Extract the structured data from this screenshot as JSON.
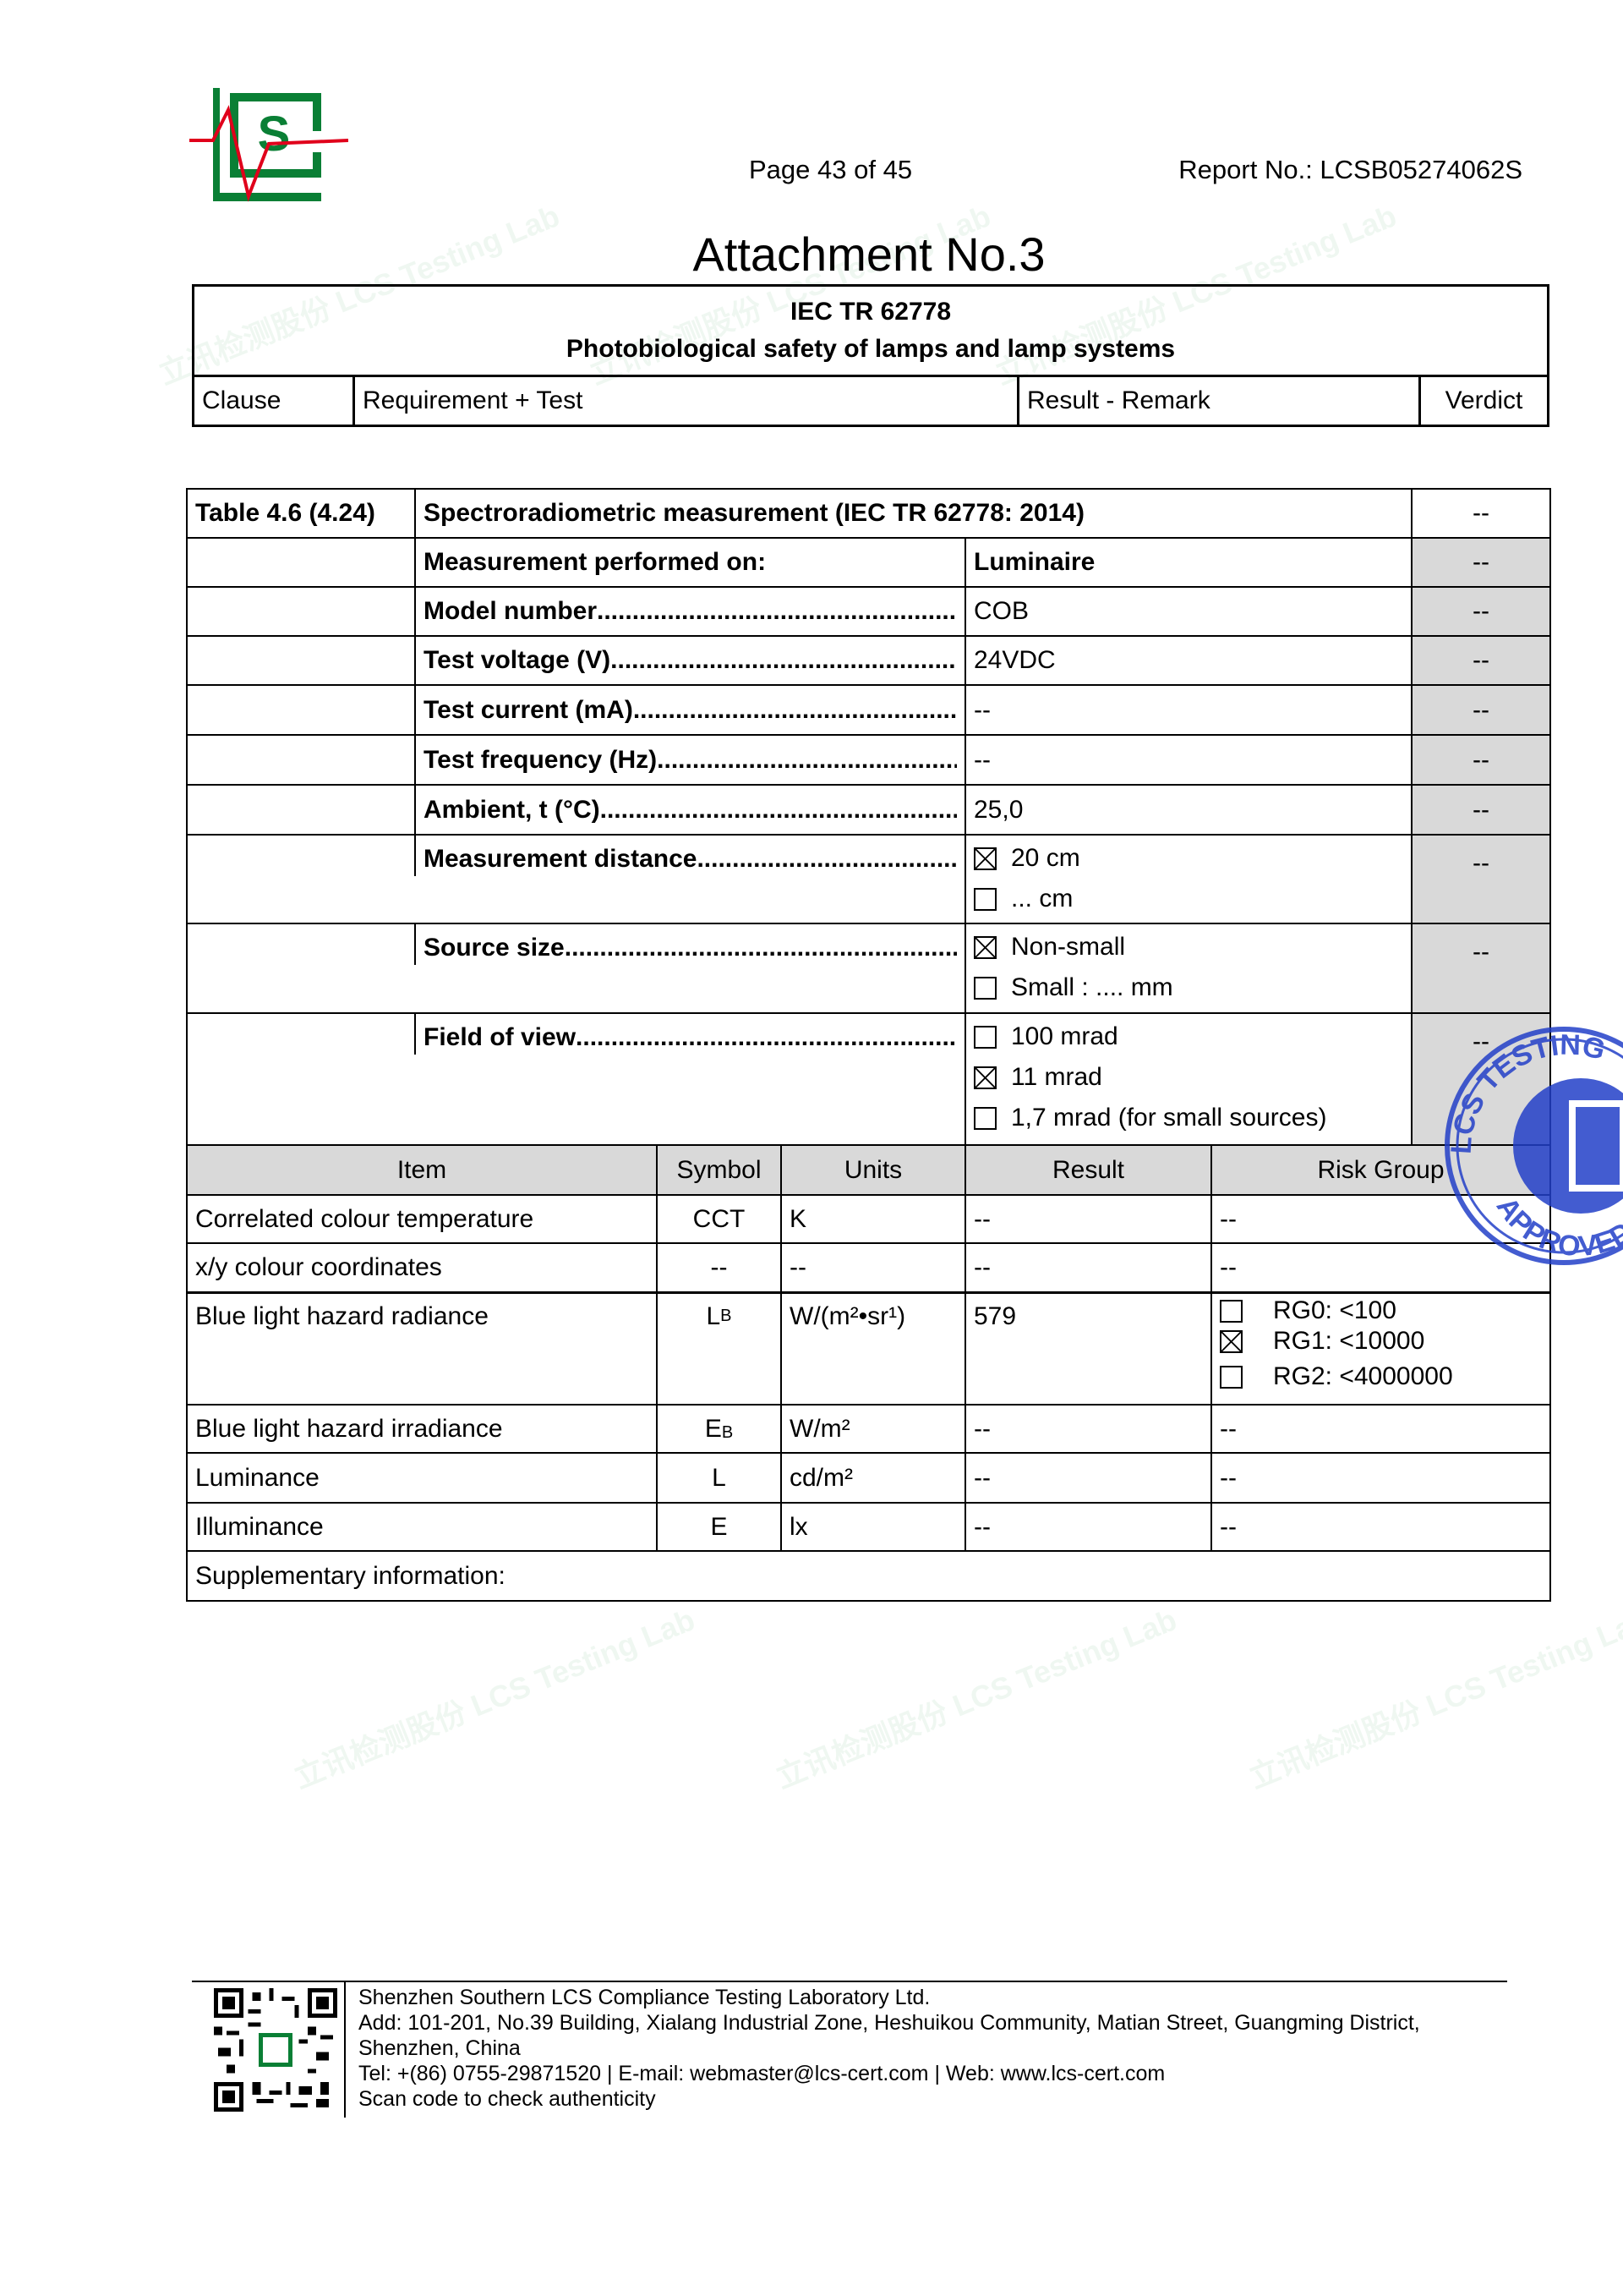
{
  "header": {
    "page": "Page 43 of 45",
    "report_no": "Report No.: LCSB05274062S",
    "title": "Attachment No.3",
    "standard": "IEC TR 62778",
    "subtitle": "Photobiological safety of lamps and lamp systems",
    "columns": [
      "Clause",
      "Requirement + Test",
      "Result - Remark",
      "Verdict"
    ]
  },
  "table": {
    "clause": "Table 4.6 (4.24)",
    "title": "Spectroradiometric measurement (IEC TR 62778: 2014)",
    "verdict": "--",
    "rows": [
      {
        "label": "Measurement performed on:",
        "value": "Luminaire",
        "verdict": "--"
      },
      {
        "label": "Model number",
        "value": "COB",
        "verdict": "--"
      },
      {
        "label": "Test voltage (V)",
        "value": "24VDC",
        "verdict": "--"
      },
      {
        "label": "Test current (mA)",
        "value": "--",
        "verdict": "--"
      },
      {
        "label": "Test frequency (Hz)",
        "value": "--",
        "verdict": "--"
      },
      {
        "label": "Ambient, t (°C)",
        "value": "25,0",
        "verdict": "--"
      }
    ],
    "option_rows": [
      {
        "label": "Measurement distance",
        "verdict": "--",
        "options": [
          {
            "checked": true,
            "text": "20 cm"
          },
          {
            "checked": false,
            "text": "... cm"
          }
        ]
      },
      {
        "label": "Source size",
        "verdict": "--",
        "options": [
          {
            "checked": true,
            "text": "Non-small"
          },
          {
            "checked": false,
            "text": "Small :  .... mm"
          }
        ]
      },
      {
        "label": "Field of view",
        "verdict": "--",
        "options": [
          {
            "checked": false,
            "text": "100 mrad"
          },
          {
            "checked": true,
            "text": "11 mrad"
          },
          {
            "checked": false,
            "text": "1,7 mrad (for small sources)"
          }
        ]
      }
    ],
    "results_headers": [
      "Item",
      "Symbol",
      "Units",
      "Result",
      "Risk Group"
    ],
    "results": [
      {
        "item": "Correlated colour temperature",
        "symbol": "CCT",
        "sub": "",
        "units": "K",
        "result": "--",
        "risk": "--"
      },
      {
        "item": "x/y colour coordinates",
        "symbol": "--",
        "sub": "",
        "units": "--",
        "result": "--",
        "risk": "--"
      },
      {
        "item": "Blue light hazard radiance",
        "symbol": "L",
        "sub": "B",
        "units": "W/(m²•sr¹)",
        "result": "579",
        "risk_options": [
          {
            "checked": false,
            "text": "RG0: <100"
          },
          {
            "checked": true,
            "text": "RG1: <10000"
          },
          {
            "checked": false,
            "text": "RG2: <4000000"
          }
        ]
      },
      {
        "item": "Blue light hazard irradiance",
        "symbol": "E",
        "sub": "B",
        "units": "W/m²",
        "result": "--",
        "risk": "--"
      },
      {
        "item": "Luminance",
        "symbol": "L",
        "sub": "",
        "units": "cd/m²",
        "result": "--",
        "risk": "--"
      },
      {
        "item": "Illuminance",
        "symbol": "E",
        "sub": "",
        "units": "lx",
        "result": "--",
        "risk": "--"
      }
    ],
    "supplementary": "Supplementary information:"
  },
  "stamp": {
    "text_top": "LCS TESTING",
    "text_bottom": "APPROVED"
  },
  "watermark": {
    "cn": "立讯检测股份",
    "en": "LCS Testing Lab"
  },
  "footer": {
    "company": "Shenzhen Southern LCS Compliance Testing Laboratory Ltd.",
    "address1": "Add: 101-201, No.39 Building, Xialang Industrial Zone, Heshuikou Community, Matian Street, Guangming District,",
    "address2": "Shenzhen, China",
    "contact": "Tel: +(86) 0755-29871520 | E-mail: webmaster@lcs-cert.com | Web: www.lcs-cert.com",
    "scan": "Scan code to check authenticity"
  },
  "colors": {
    "logo_green": "#0a7f35",
    "logo_red": "#e0001b",
    "stamp_blue": "#2340c8",
    "cell_grey": "#d9d9d9"
  }
}
